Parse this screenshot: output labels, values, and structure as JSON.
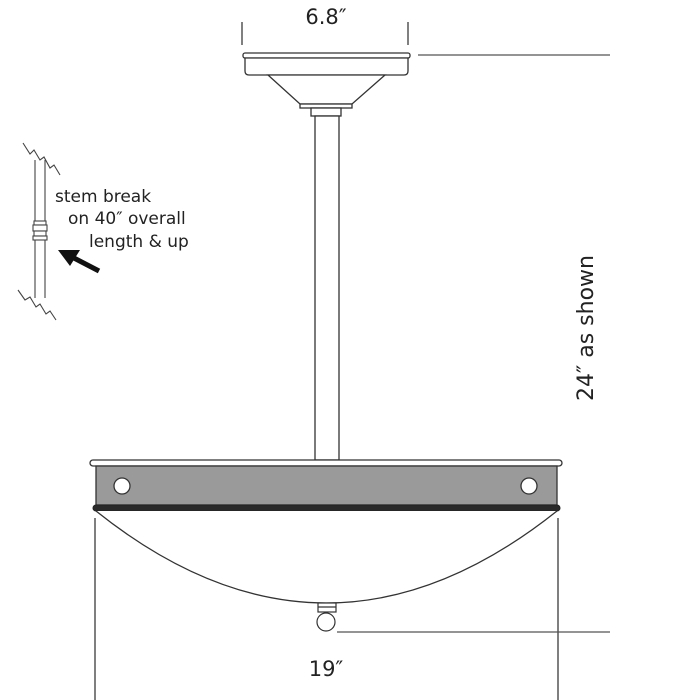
{
  "dimensions": {
    "canopy_width": "6.8″",
    "overall_height": "24″ as shown",
    "bowl_width": "19″"
  },
  "stem_break_note": {
    "line1": "stem break",
    "line2": "on 40″ overall",
    "line3": "length & up"
  },
  "colors": {
    "line": "#333333",
    "band_fill": "#9a9a9a",
    "rim_dark": "#2a2a2a"
  }
}
